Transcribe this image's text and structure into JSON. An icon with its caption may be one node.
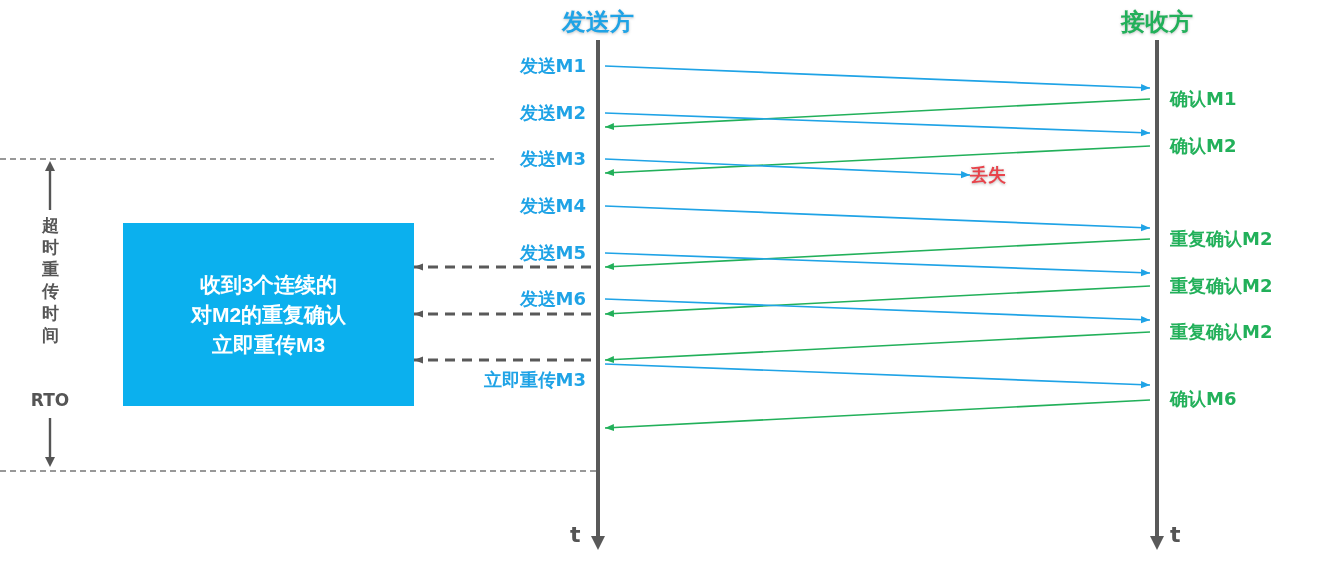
{
  "diagram": {
    "nodes": [
      {
        "text": [],
        "shape": "bar",
        "beside": [
          "发送方",
          "t"
        ]
      },
      {
        "text": [],
        "shape": "bar",
        "beside": [
          "接收方",
          "t"
        ]
      },
      {
        "text": [
          "丢失"
        ]
      },
      {
        "text": [
          "收到3个连续的对M2的重复确认立即重传M3"
        ]
      }
    ],
    "edges": [
      {
        "from": 0,
        "to": 1,
        "arrow": "to",
        "color": "#1fa3e6"
      },
      {
        "from": 1,
        "to": 0,
        "arrow": "to",
        "color": "#22b05a"
      },
      {
        "from": 0,
        "to": 1,
        "arrow": "to",
        "color": "#1fa3e6"
      },
      {
        "from": 1,
        "to": 0,
        "arrow": "to",
        "color": "#22b05a"
      },
      {
        "from": 0,
        "to": 2,
        "arrow": "to",
        "color": "#1fa3e6"
      },
      {
        "from": 0,
        "to": 1,
        "arrow": "to",
        "color": "#1fa3e6"
      },
      {
        "from": 1,
        "to": 0,
        "arrow": "to",
        "color": "#22b05a"
      },
      {
        "from": 0,
        "to": 1,
        "arrow": "to",
        "color": "#1fa3e6"
      },
      {
        "from": 1,
        "to": 0,
        "arrow": "to",
        "color": "#22b05a"
      },
      {
        "from": 0,
        "to": 1,
        "arrow": "to",
        "color": "#1fa3e6"
      },
      {
        "from": 1,
        "to": 0,
        "arrow": "to",
        "color": "#22b05a"
      },
      {
        "from": 0,
        "to": 1,
        "arrow": "to",
        "color": "#1fa3e6"
      },
      {
        "from": 1,
        "to": 0,
        "arrow": "to",
        "color": "#22b05a"
      },
      {
        "from": 0,
        "to": 3,
        "arrow": "to",
        "style": "dashed",
        "color": "#595959"
      },
      {
        "from": 0,
        "to": 3,
        "arrow": "to",
        "style": "dashed",
        "color": "#595959"
      },
      {
        "from": 0,
        "to": 3,
        "arrow": "to",
        "style": "dashed",
        "color": "#595959"
      }
    ],
    "labels": [
      "发送M1",
      "发送M2",
      "发送M3",
      "发送M4",
      "发送M5",
      "发送M6",
      "立即重传M3",
      "确认M1",
      "确认M2",
      "重复确认M2",
      "重复确认M2",
      "重复确认M2",
      "确认M6",
      "超时重传时间",
      "RTO"
    ]
  }
}
